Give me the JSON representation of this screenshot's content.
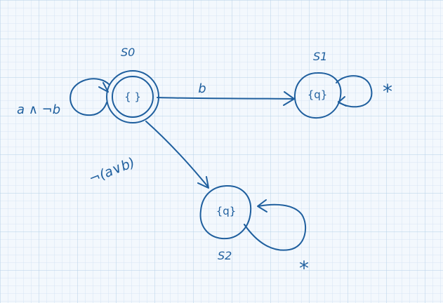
{
  "theme": {
    "paper": "#f3f8fd",
    "grid_minor": "#cfe0f1",
    "grid_major": "#b6cfe8",
    "ink": "#1f5f9e"
  },
  "diagram": {
    "type": "finite-state-automaton",
    "states": [
      {
        "id": "s0",
        "name": "S0",
        "label": "{ }",
        "accepting": true,
        "initial": false
      },
      {
        "id": "s1",
        "name": "S1",
        "label": "{q}",
        "accepting": false,
        "initial": false
      },
      {
        "id": "s2",
        "name": "S2",
        "label": "{q}",
        "accepting": false,
        "initial": false
      }
    ],
    "transitions": [
      {
        "from": "s0",
        "to": "s0",
        "label": "a ∧ ¬b"
      },
      {
        "from": "s0",
        "to": "s1",
        "label": "b"
      },
      {
        "from": "s0",
        "to": "s2",
        "label": "¬(a∨b)"
      },
      {
        "from": "s1",
        "to": "s1",
        "label": "*"
      },
      {
        "from": "s2",
        "to": "s2",
        "label": "*"
      }
    ]
  }
}
